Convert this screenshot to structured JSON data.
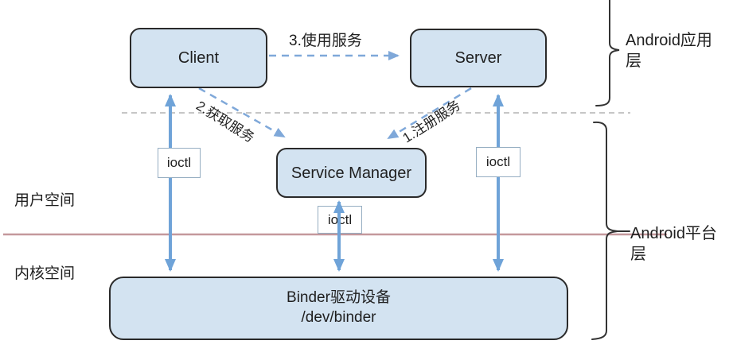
{
  "diagram_title": "Android Binder IPC architecture",
  "nodes": {
    "client": {
      "label": "Client"
    },
    "server": {
      "label": "Server"
    },
    "service_manager": {
      "label": "Service Manager"
    },
    "binder_driver": {
      "line1": "Binder驱动设备",
      "line2": "/dev/binder"
    }
  },
  "flows": {
    "register_service": "1.注册服务",
    "get_service": "2.获取服务",
    "use_service": "3.使用服务"
  },
  "ioctl_labels": {
    "left": "ioctl",
    "center": "ioctl",
    "right": "ioctl"
  },
  "regions": {
    "user_space": "用户空间",
    "kernel_space": "内核空间",
    "app_layer": "Android应用层",
    "platform_layer": "Android平台层"
  },
  "colors": {
    "node_fill": "#d3e3f1",
    "node_border": "#2a2a2a",
    "solid_arrow": "#6fa3d8",
    "dashed_arrow": "#7fa8d9",
    "divider_red": "#c4989c",
    "divider_dashed": "#b4b4b4",
    "brace": "#333333",
    "text": "#1f1f1f"
  }
}
